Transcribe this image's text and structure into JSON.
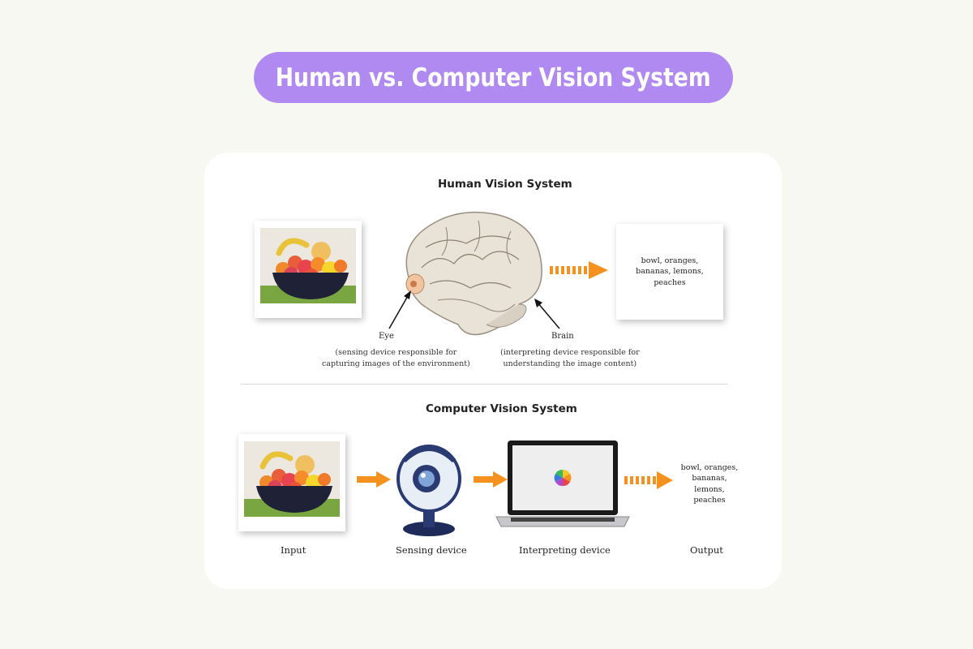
{
  "banner": {
    "title": "Human vs. Computer Vision System"
  },
  "human_section": {
    "title": "Human Vision System",
    "eye_label": "Eye",
    "eye_desc": "(sensing device responsible for\ncapturing images of the environment)",
    "brain_label": "Brain",
    "brain_desc": "(interpreting device responsible for\nunderstanding the image content)",
    "output_text": "bowl, oranges,\nbananas, lemons,\npeaches"
  },
  "computer_section": {
    "title": "Computer Vision System",
    "input_label": "Input",
    "sensing_label": "Sensing device",
    "interpreting_label": "Interpreting device",
    "output_label": "Output",
    "output_text": "bowl, oranges,\nbananas, lemons,\npeaches"
  },
  "colors": {
    "banner_bg": "#b08af0",
    "arrow": "#f5911e",
    "bowl": "#1f2236"
  },
  "icons": [
    "fruit-bowl-icon",
    "brain-icon",
    "eye-icon",
    "webcam-icon",
    "laptop-icon",
    "color-wheel-icon",
    "arrow-right-icon",
    "dashed-arrow-icon"
  ]
}
